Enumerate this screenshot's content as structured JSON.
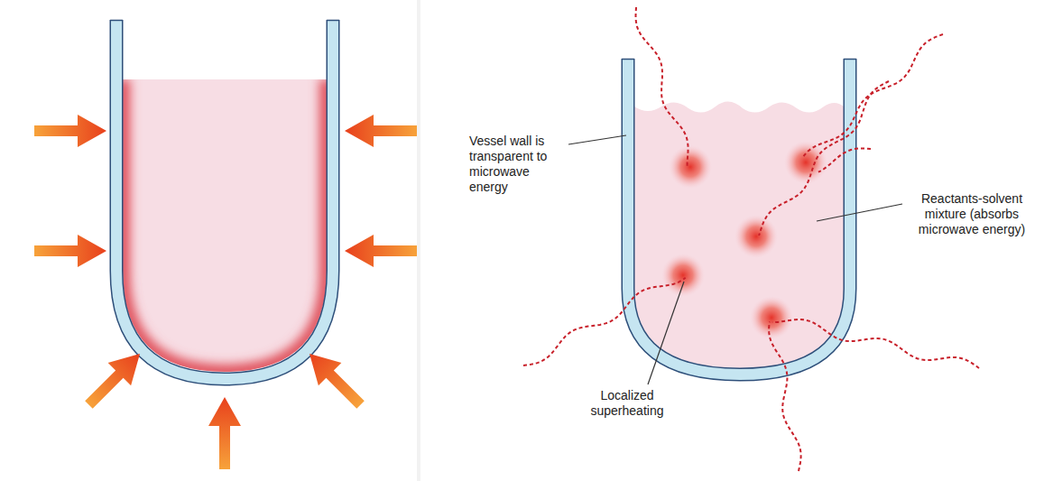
{
  "diagram": {
    "labels": [
      "Vessel wall is transparent to microwave energy",
      "Reactants-solvent mixture (absorbs microwave energy)",
      "Localized superheating"
    ]
  }
}
